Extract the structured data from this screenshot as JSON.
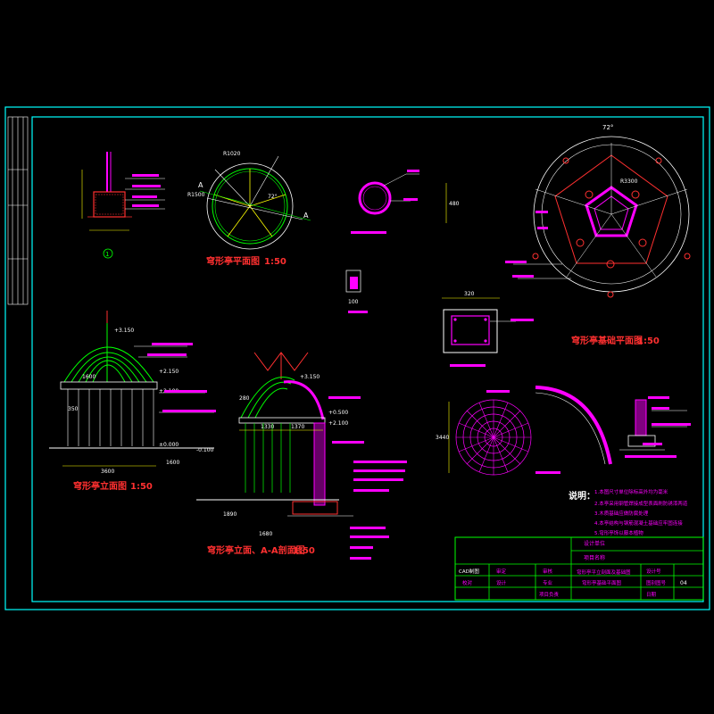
{
  "drawing_titles": {
    "plan": "穹形亭平面图",
    "foundation_plan": "穹形亭基础平面图",
    "elevation": "穹形亭立面图",
    "section": "穹形亭立面、A-A剖面图"
  },
  "scale": "1:50",
  "section_marks": {
    "a": "A",
    "num1": "1"
  },
  "dims": {
    "overall_width": "3600",
    "half_left": "1330",
    "half_right": "1370",
    "left_half": "1600",
    "base": "1600",
    "column_h": "350",
    "pipe_h": "280",
    "pipe_d": "480",
    "base_box": "320",
    "base_small": "100",
    "radius1": "R1020",
    "radius2": "R1500",
    "angle": "72°",
    "r_large": "R3300",
    "fl_pos": "±0.000",
    "el_a": "+3.150",
    "el_b": "+2.150",
    "el_c": "+2.100",
    "el_d": "-0.100",
    "el_e": "+0.500",
    "dia": "3440",
    "seg_a": "1890",
    "seg_b": "1680"
  },
  "notes": {
    "heading": "说明：",
    "items": [
      "1.本图尺寸单位除标高外均为毫米",
      "2.本亭采用钢管焊接成型表面刷防锈漆两道",
      "3.木质基础应做防腐处理",
      "4.本亭结构与钢筋混凝土基础应牢固连接",
      "5.穹形亭饰以藤本植物"
    ]
  },
  "title_block": {
    "designer_unit": "设计单位",
    "project_name": "项目名称",
    "drawing_name_1": "穹形亭平立剖面及基础图",
    "drawing_name_2": "穹形亭基础平面图",
    "row_labels": [
      "审定",
      "审核",
      "校对",
      "设计",
      "专业",
      "项目负责"
    ],
    "right_labels": [
      "设计号",
      "图别图号",
      "日期"
    ],
    "sheet_no": "04",
    "rev_label": "CAD制图"
  },
  "colors": {
    "frame": "#00ffff",
    "drawing_green": "#00ff00",
    "magenta": "#ff00ff",
    "red": "#ff3030",
    "yellow": "#ffff00",
    "white": "#ffffff"
  }
}
